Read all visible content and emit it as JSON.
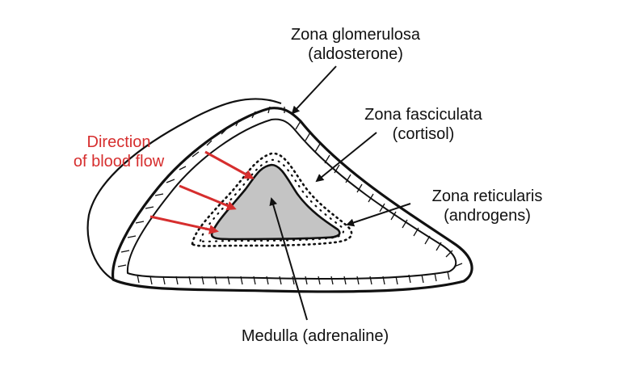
{
  "labels": {
    "zona_glomerulosa": {
      "name": "Zona glomerulosa",
      "hormone": "(aldosterone)"
    },
    "zona_fasciculata": {
      "name": "Zona fasciculata",
      "hormone": "(cortisol)"
    },
    "zona_reticularis": {
      "name": "Zona reticularis",
      "hormone": "(androgens)"
    },
    "medulla": {
      "text": "Medulla (adrenaline)"
    },
    "blood_flow": {
      "line1": "Direction",
      "line2": "of blood flow"
    }
  },
  "colors": {
    "outline": "#111111",
    "medulla_fill": "#c4c4c4",
    "blood_flow_arrow": "#d62e2e",
    "background": "#ffffff"
  }
}
